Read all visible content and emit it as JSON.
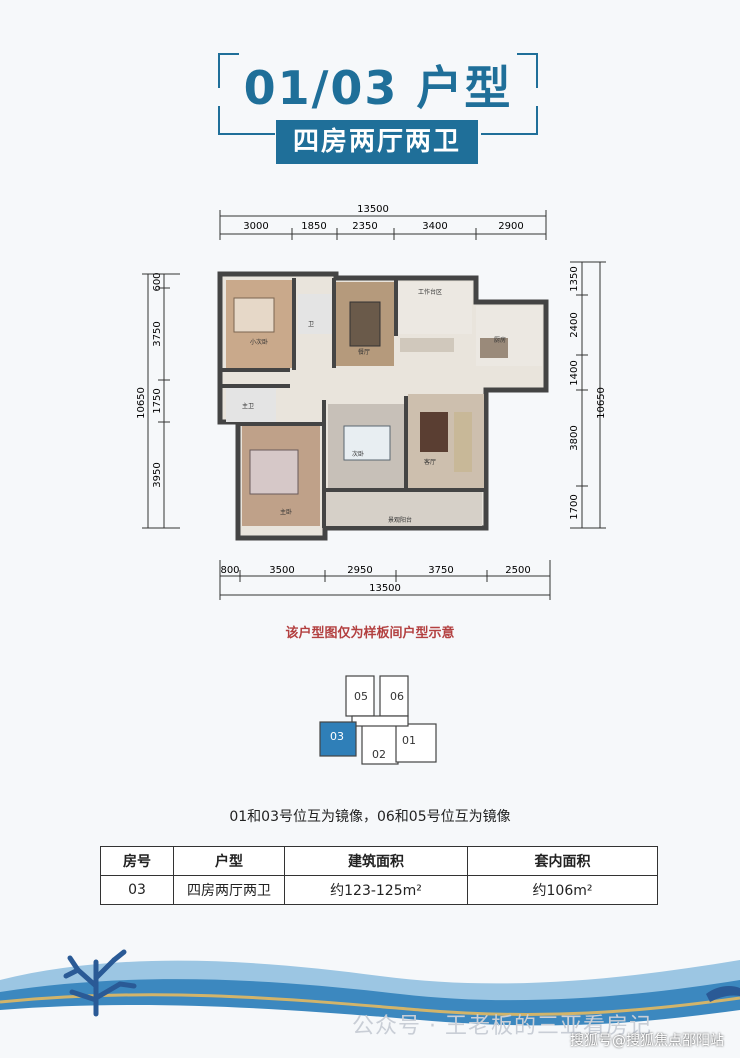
{
  "title": "01/03 户型",
  "subtitle": "四房两厅两卫",
  "plan": {
    "top_total": "13500",
    "top_segments": [
      "3000",
      "1850",
      "2350",
      "3400",
      "2900"
    ],
    "bottom_total": "13500",
    "bottom_segments": [
      "800",
      "3500",
      "2950",
      "3750",
      "2500"
    ],
    "left_total": "10650",
    "left_segments": [
      "600",
      "3750",
      "1750",
      "3950"
    ],
    "right_total": "10650",
    "right_segments": [
      "1350",
      "2400",
      "1400",
      "3800",
      "1700"
    ],
    "rooms": {
      "bedroom_small": "小次卧",
      "bath_top": "卫",
      "dining": "餐厅",
      "workbench": "工作台区",
      "kitchen": "厨房",
      "bath_mid": "主卫",
      "master": "主卧",
      "bedroom_mid": "次卧",
      "living": "客厅",
      "balcony": "景观阳台"
    }
  },
  "note": "该户型图仅为样板间户型示意",
  "keyplan_labels": [
    "05",
    "06",
    "03",
    "01",
    "02"
  ],
  "keyplan_highlight": "#2f7fb8",
  "mirror_note": "01和03号位互为镜像，06和05号位互为镜像",
  "table": {
    "headers": [
      "房号",
      "户型",
      "建筑面积",
      "套内面积"
    ],
    "rows": [
      [
        "03",
        "四房两厅两卫",
        "约123-125m²",
        "约106m²"
      ]
    ]
  },
  "watermark": "公众号 · 王老板的三亚看房记",
  "source": "搜狐号@搜狐焦点邵阳站",
  "colors": {
    "brand": "#1f6f99",
    "note": "#b34040",
    "wave": "#3c88bf",
    "wave_light": "#9cc6e3",
    "gold": "#d2b46a"
  }
}
